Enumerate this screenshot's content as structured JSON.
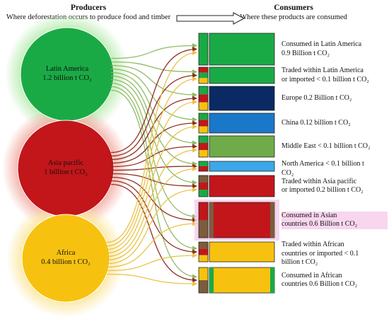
{
  "header": {
    "producers_title": "Producers",
    "producers_subtitle": "Where deforestation occurs to produce food and timber",
    "consumers_title": "Consumers",
    "consumers_subtitle": "Where these products are consumed"
  },
  "colors": {
    "latin_america": "#1aaa45",
    "asia_pacific": "#c2161b",
    "africa": "#f7c20f",
    "europe": "#0b2a63",
    "china": "#1a78c8",
    "middle_east": "#6fab48",
    "north_america": "#3aa8e8",
    "other_mix": "#7b5d3c",
    "arrow_latin": "#8ab85a",
    "arrow_asia": "#8a2418",
    "arrow_africa": "#e8c040"
  },
  "producers": [
    {
      "id": "latin",
      "name": "Latin America",
      "value": "1.2 billion t CO₂",
      "color": "#1aaa45",
      "glow": "#b9ecb0"
    },
    {
      "id": "asia",
      "name": "Asia pacific",
      "value": "1 billion t CO₂",
      "color": "#c2161b",
      "glow": "#f2aaa0"
    },
    {
      "id": "africa",
      "name": "Africa",
      "value": "0.4 billion t CO₂",
      "color": "#f7c20f",
      "glow": "#fbe7a0"
    }
  ],
  "consumers": [
    {
      "label": "Consumed in Latin America\n0.9 Billion t CO₂",
      "color": "#1aaa45",
      "highlight": false
    },
    {
      "label": "Traded within Latin America\nor imported < 0.1 billion t CO₂",
      "color": "#1aaa45",
      "highlight": false
    },
    {
      "label": "Europe 0.2 Billion t CO₂",
      "color": "#0b2a63",
      "highlight": false
    },
    {
      "label": "China 0.12 billion t CO₂",
      "color": "#1a78c8",
      "highlight": false
    },
    {
      "label": "Middle East < 0.1 billion t CO₂",
      "color": "#6fab48",
      "highlight": false
    },
    {
      "label": "North America < 0.1 billion t\nCO₂",
      "color": "#3aa8e8",
      "highlight": false
    },
    {
      "label": "Traded within Asia pacific\nor imported 0.2 billion t CO₂",
      "color": "#c2161b",
      "highlight": false
    },
    {
      "label": "Consumed in Asian\ncountries 0.6 Billion t CO₂",
      "color": "#c2161b",
      "highlight": true
    },
    {
      "label": "Traded within African\ncountries or imported < 0.1\nbillion t CO₂",
      "color": "#f7c20f",
      "highlight": false
    },
    {
      "label": "Consumed in African\ncountries 0.6 Billion t CO₂",
      "color": "#f7c20f",
      "highlight": false
    }
  ]
}
